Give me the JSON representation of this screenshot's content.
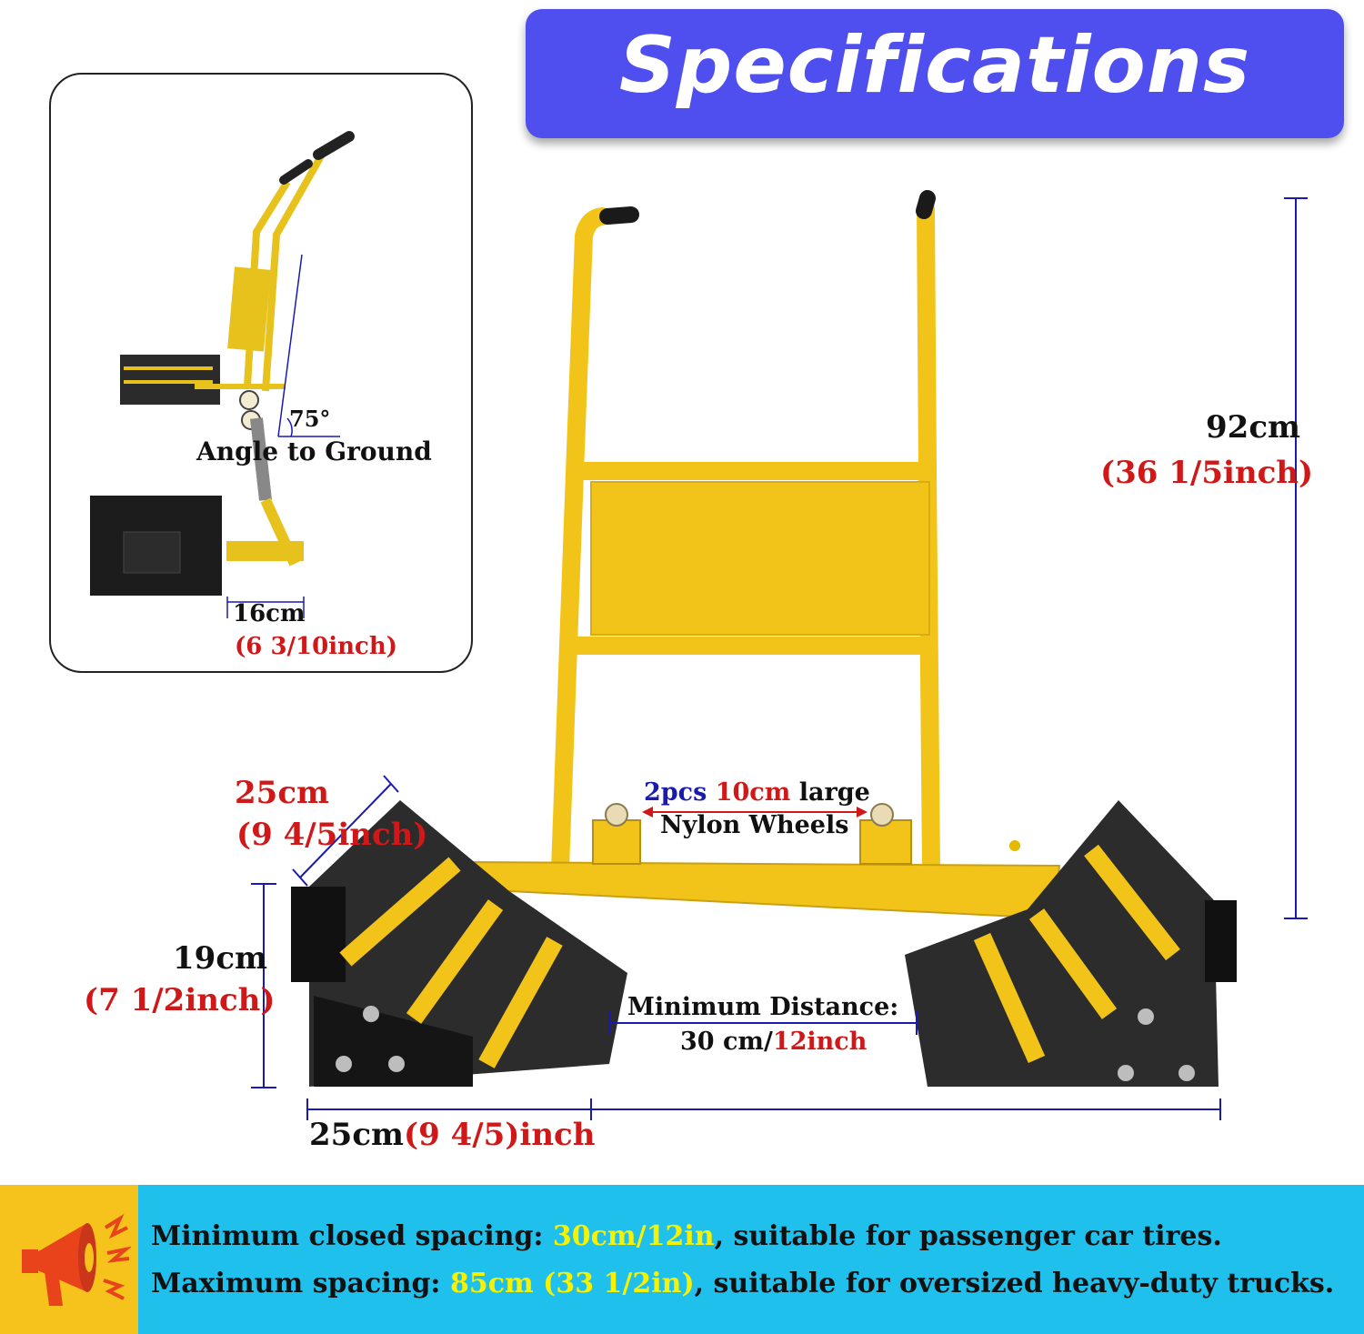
{
  "banner": {
    "title": "Specifications"
  },
  "inset": {
    "angle_value": "75°",
    "angle_label": "Angle to Ground",
    "width_cm": "16cm",
    "width_inch": "(6 3/10inch)"
  },
  "main": {
    "height_cm": "92cm",
    "height_inch": "(36 1/5inch)",
    "chock_length_cm": "25cm",
    "chock_length_inch": "(9 4/5inch)",
    "chock_height_cm": "19cm",
    "chock_height_inch": "(7 1/2inch)",
    "chock_width_cm": "25cm",
    "chock_width_inch": "(9 4/5)inch",
    "wheels_qty": "2pcs",
    "wheels_size": "10cm",
    "wheels_large": "large",
    "wheels_type": "Nylon Wheels",
    "min_distance_label": "Minimum Distance:",
    "min_distance_cm": "30 cm/",
    "min_distance_inch": "12inch"
  },
  "bottom": {
    "line1_prefix": "Minimum closed spacing: ",
    "line1_value": "30cm/12in",
    "line1_suffix": ", suitable for passenger car tires.",
    "line2_prefix": "Maximum spacing: ",
    "line2_value": "85cm (33 1/2in)",
    "line2_suffix": ", suitable for oversized heavy-duty trucks."
  },
  "colors": {
    "banner": "#4f4ff0",
    "accent_yellow": "#f2c41a",
    "dimension_red": "#d01818",
    "dimension_blue": "#1a1ab0",
    "bottom_bar": "#1fc0ec",
    "icon_bg": "#f6c21c"
  }
}
